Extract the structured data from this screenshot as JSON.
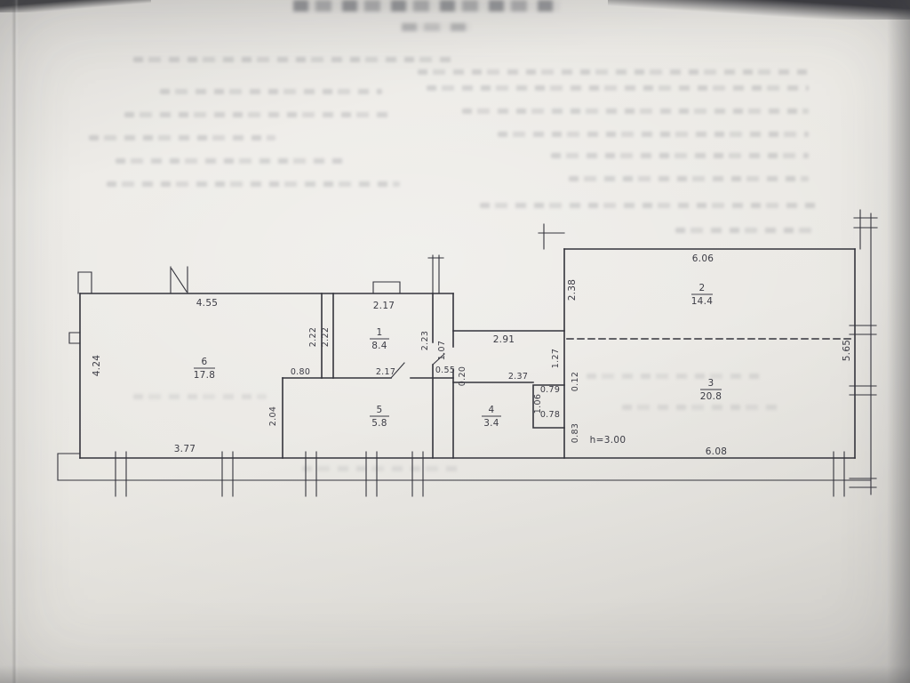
{
  "colors": {
    "ink": "#34343c",
    "paper": "#e8e6e1"
  },
  "plan": {
    "rooms": {
      "r1": {
        "number": "1",
        "area": "8.4"
      },
      "r2": {
        "number": "2",
        "area": "14.4"
      },
      "r3": {
        "number": "3",
        "area": "20.8"
      },
      "r4": {
        "number": "4",
        "area": "3.4"
      },
      "r5": {
        "number": "5",
        "area": "5.8"
      },
      "r6": {
        "number": "6",
        "area": "17.8"
      }
    },
    "dimensions": {
      "room6_top": "4.55",
      "room6_left": "4.24",
      "room6_bottom": "3.77",
      "room1_top": "2.17",
      "room1_left_inner": "2.22",
      "room1_left_outer": "2.22",
      "room1_right": "2.23",
      "corridor_right": "1.07",
      "recess_width": "2.91",
      "recess_height": "2.38",
      "room2_top": "6.06",
      "right_wall": "5.65",
      "room3_bottom": "6.08",
      "room5_offset": "0.80",
      "room5_top": "2.17",
      "room5_left": "2.04",
      "door_width": "0.55",
      "wall_jog": "0.20",
      "room4_top": "2.37",
      "shaft_above": "1.27",
      "shaft_jog": "0.12",
      "shaft_top": "0.79",
      "shaft_left": "1.06",
      "shaft_bottom": "0.78",
      "shaft_below": "0.83"
    },
    "notes": {
      "ceiling_height": "h=3.00"
    }
  }
}
